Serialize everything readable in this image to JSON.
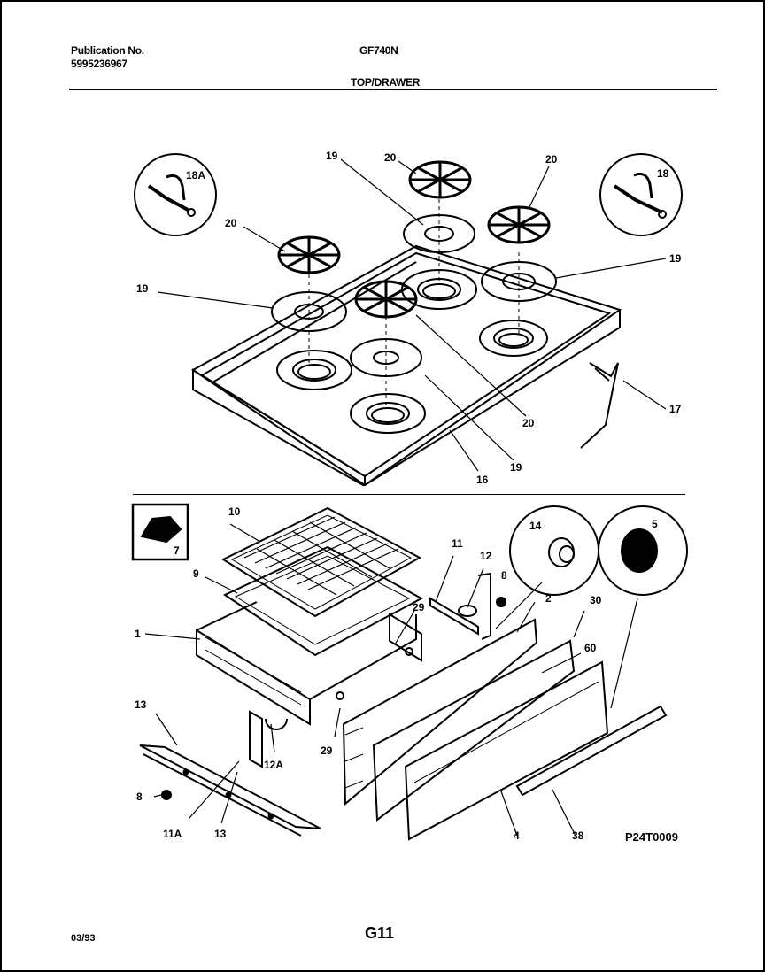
{
  "header": {
    "publication_label": "Publication No.",
    "publication_number": "5995236967",
    "model": "GF740N",
    "section": "TOP/DRAWER"
  },
  "footer": {
    "date": "03/93",
    "page": "G11",
    "drawing_number": "P24T0009"
  },
  "callouts": {
    "top": [
      "18A",
      "19",
      "20",
      "20",
      "20",
      "18",
      "19",
      "20",
      "19",
      "19",
      "20",
      "19",
      "17",
      "16"
    ],
    "bottom": [
      "7",
      "10",
      "9",
      "1",
      "29",
      "11",
      "12",
      "8",
      "14",
      "5",
      "2",
      "30",
      "60",
      "13",
      "29",
      "12A",
      "8",
      "11A",
      "13",
      "4",
      "38"
    ]
  }
}
